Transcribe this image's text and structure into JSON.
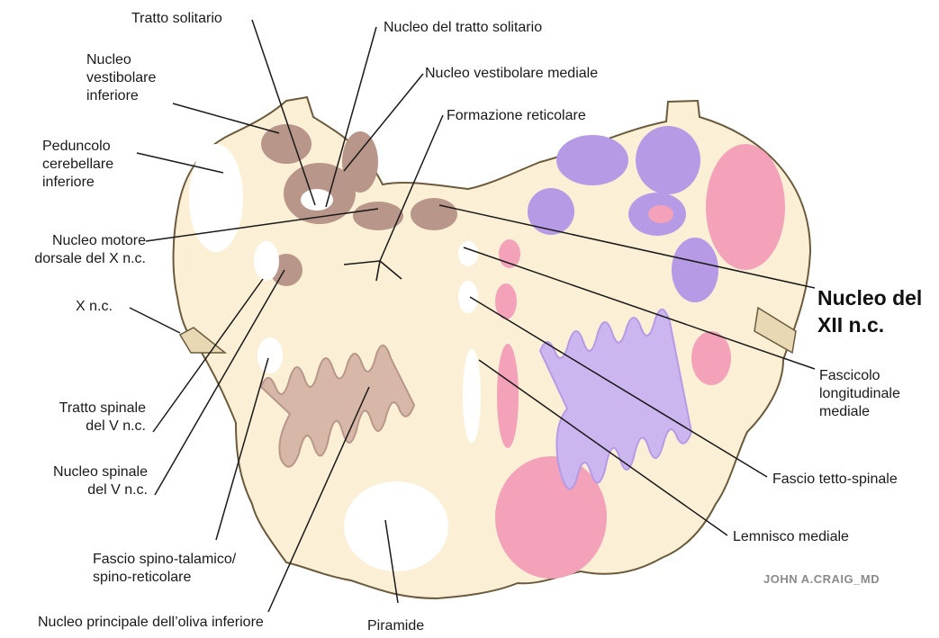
{
  "labels": {
    "tratto_solitario": "Tratto solitario",
    "nucleo_tratto_solitario": "Nucleo del tratto solitario",
    "nucleo_vestibolare_inferiore": "Nucleo\nvestibolare\ninferiore",
    "nucleo_vestibolare_mediale": "Nucleo vestibolare mediale",
    "formazione_reticolare": "Formazione reticolare",
    "peduncolo_cerebellare": "Peduncolo\ncerebellare\ninferiore",
    "nucleo_motore_dorsale": "Nucleo motore\ndorsale del X n.c.",
    "nucleo_xii": "Nucleo del\nXII n.c.",
    "x_nc": "X n.c.",
    "fascicolo_longitudinale": "Fascicolo\nlongitudinale\nmediale",
    "tratto_spinale_v": "Tratto spinale\ndel V n.c.",
    "nucleo_spinale_v": "Nucleo spinale\ndel V n.c.",
    "fascio_tetto_spinale": "Fascio tetto-spinale",
    "fascio_spino_talamico": "Fascio spino-talamico/\nspino-reticolare",
    "lemnisco_mediale": "Lemnisco mediale",
    "nucleo_olivare": "Nucleo principale dell’oliva inferiore",
    "piramide": "Piramide"
  },
  "signature": "JOHN A.CRAIG_MD",
  "colors": {
    "tissue": "#fbf0d6",
    "outline": "#6b5a3c",
    "brown_nucleus": "#b9968a",
    "pink_tract": "#f3a2b9",
    "purple_tract": "#b79ae6",
    "hole": "#ffffff",
    "leader": "#1a1a1a"
  }
}
